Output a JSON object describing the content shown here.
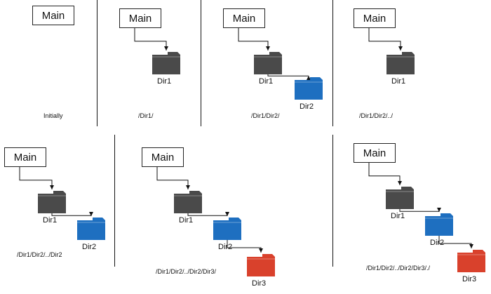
{
  "panels": [
    {
      "main": "Main",
      "caption": "Initially",
      "folders": []
    },
    {
      "main": "Main",
      "caption": "/Dir1/",
      "folders": [
        {
          "label": "Dir1",
          "color": "dark"
        }
      ]
    },
    {
      "main": "Main",
      "caption": "/Dir1/Dir2/",
      "folders": [
        {
          "label": "Dir1",
          "color": "dark"
        },
        {
          "label": "Dir2",
          "color": "blue"
        }
      ]
    },
    {
      "main": "Main",
      "caption": "/Dir1/Dir2/../",
      "folders": [
        {
          "label": "Dir1",
          "color": "dark"
        }
      ]
    },
    {
      "main": "Main",
      "caption": "/Dir1/Dir2/../Dir2",
      "folders": [
        {
          "label": "Dir1",
          "color": "dark"
        },
        {
          "label": "Dir2",
          "color": "blue"
        }
      ]
    },
    {
      "main": "Main",
      "caption": "/Dir1/Dir2/../Dir2/Dir3/",
      "folders": [
        {
          "label": "Dir1",
          "color": "dark"
        },
        {
          "label": "Dir2",
          "color": "blue"
        },
        {
          "label": "Dir3",
          "color": "red"
        }
      ]
    },
    {
      "main": "Main",
      "caption": "/Dir1/Dir2/../Dir2/Dir3/./",
      "folders": [
        {
          "label": "Dir1",
          "color": "dark"
        },
        {
          "label": "Dir2",
          "color": "blue"
        },
        {
          "label": "Dir3",
          "color": "red"
        }
      ]
    }
  ],
  "colors": {
    "dark": "#4a4a4a",
    "blue": "#1e6fc0",
    "red": "#d9412c",
    "line": "#111111"
  }
}
